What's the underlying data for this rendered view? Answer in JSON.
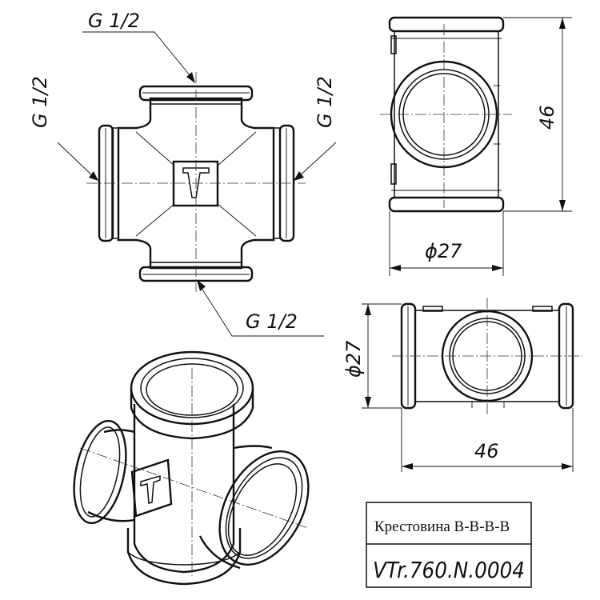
{
  "front_view": {
    "thread_top": "G 1/2",
    "thread_left": "G 1/2",
    "thread_right": "G 1/2",
    "thread_bottom": "G 1/2"
  },
  "side_view": {
    "height": "46",
    "diameter": "ϕ27"
  },
  "top_view": {
    "diameter": "ϕ27",
    "length": "46"
  },
  "title_block": {
    "name": "Крестовина В-В-В-В",
    "code": "VTr.760.N.0004"
  }
}
